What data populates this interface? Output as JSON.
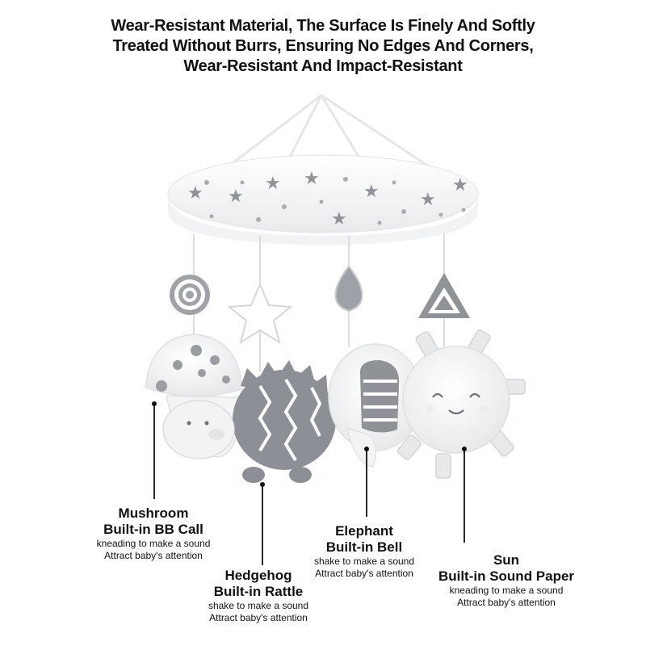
{
  "headline": {
    "line1": "Wear-Resistant Material, The Surface Is Finely And Softly",
    "line2": "Treated Without Burrs, Ensuring No Edges And Corners,",
    "line3": "Wear-Resistant And Impact-Resistant"
  },
  "callouts": {
    "mushroom": {
      "name": "Mushroom",
      "feature": "Built-in BB Call",
      "action": "kneading to make a sound",
      "benefit": "Attract baby's attention"
    },
    "hedgehog": {
      "name": "Hedgehog",
      "feature": "Built-in Rattle",
      "action": "shake to make a sound",
      "benefit": "Attract baby's attention"
    },
    "elephant": {
      "name": "Elephant",
      "feature": "Built-in Bell",
      "action": "shake to make a sound",
      "benefit": "Attract baby's attention"
    },
    "sun": {
      "name": "Sun",
      "feature": "Built-in Sound Paper",
      "action": "kneading to make a sound",
      "benefit": "Attract baby's attention"
    }
  },
  "colors": {
    "grey": "#8f9297",
    "light_grey": "#d9dbde",
    "text": "#111111"
  }
}
